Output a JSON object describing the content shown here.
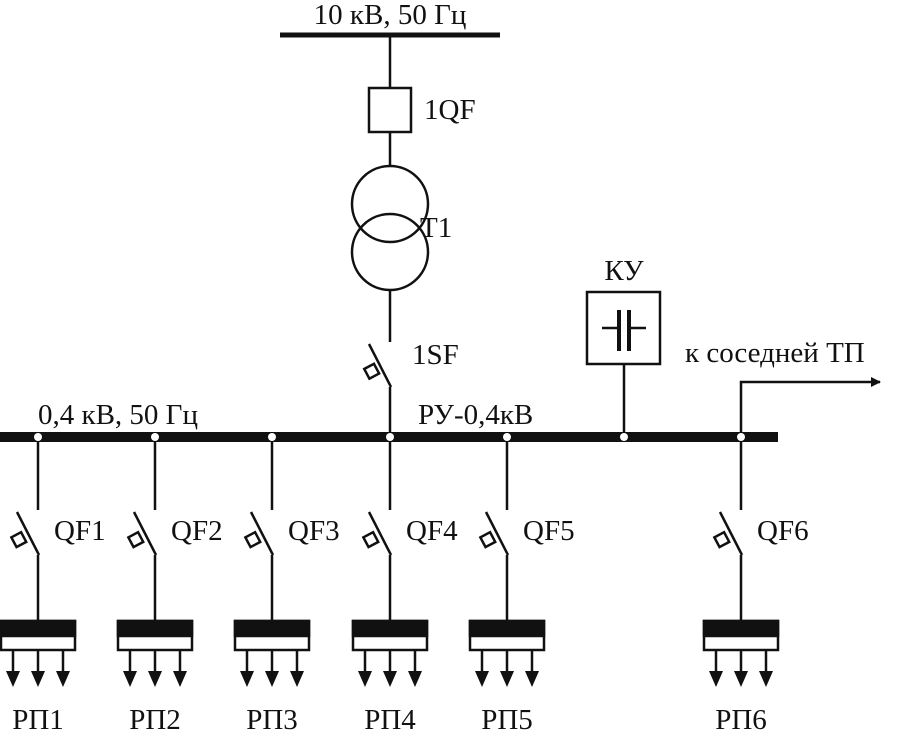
{
  "diagram": {
    "hv_bus_label": "10 кВ, 50 Гц",
    "main_breaker_label": "1QF",
    "transformer_label": "T1",
    "lv_breaker_label": "1SF",
    "lv_bus_label": "0,4 кВ, 50 Гц",
    "switchgear_label": "РУ-0,4кВ",
    "compensator_label": "КУ",
    "tie_label": "к соседней ТП",
    "feeders": [
      {
        "breaker": "QF1",
        "panel": "РП1"
      },
      {
        "breaker": "QF2",
        "panel": "РП2"
      },
      {
        "breaker": "QF3",
        "panel": "РП3"
      },
      {
        "breaker": "QF4",
        "panel": "РП4"
      },
      {
        "breaker": "QF5",
        "panel": "РП5"
      },
      {
        "breaker": "QF6",
        "panel": "РП6"
      }
    ],
    "colors": {
      "line": "#111111",
      "background": "#ffffff"
    }
  }
}
